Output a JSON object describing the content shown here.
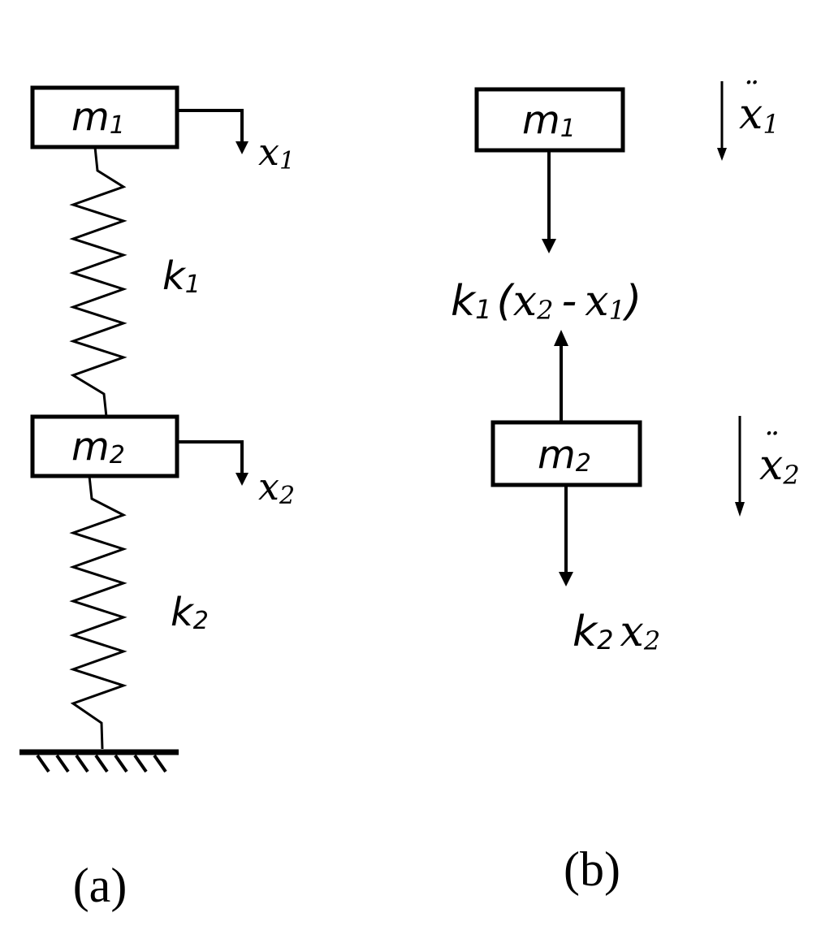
{
  "figure_a": {
    "caption": "(a)",
    "masses": [
      {
        "symbol": "m",
        "subscript": "1"
      },
      {
        "symbol": "m",
        "subscript": "2"
      }
    ],
    "displacements": [
      {
        "symbol": "x",
        "subscript": "1"
      },
      {
        "symbol": "x",
        "subscript": "2"
      }
    ],
    "springs": [
      {
        "symbol": "k",
        "subscript": "1"
      },
      {
        "symbol": "k",
        "subscript": "2"
      }
    ]
  },
  "figure_b": {
    "caption": "(b)",
    "masses": [
      {
        "symbol": "m",
        "subscript": "1"
      },
      {
        "symbol": "m",
        "subscript": "2"
      }
    ],
    "accelerations": [
      {
        "symbol": "x",
        "subscript": "1",
        "accent": "¨"
      },
      {
        "symbol": "x",
        "subscript": "2",
        "accent": "¨"
      }
    ],
    "force_k1": {
      "k": "k",
      "k_sub": "1",
      "open": "(",
      "x2": "x",
      "x2_sub": "2",
      "minus": "-",
      "x1": "x",
      "x1_sub": "1",
      "close": ")"
    },
    "force_k2": {
      "k": "k",
      "k_sub": "2",
      "x": "x",
      "x_sub": "2"
    }
  }
}
